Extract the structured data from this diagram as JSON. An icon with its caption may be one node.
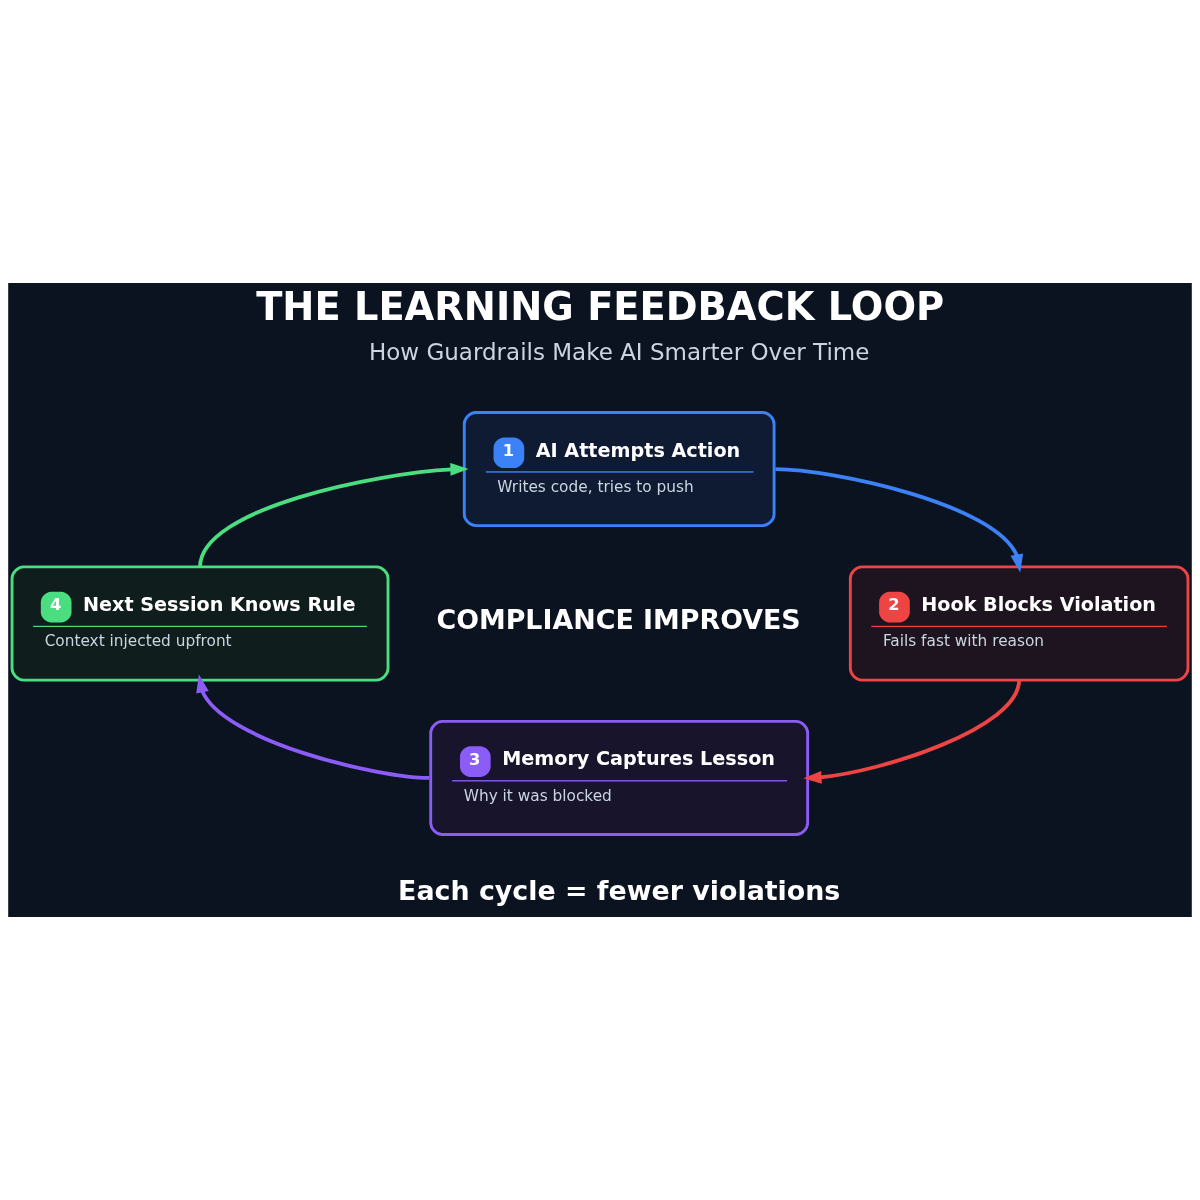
{
  "diagram": {
    "title": "THE LEARNING FEEDBACK LOOP",
    "caption": "Each cycle = fewer violations",
    "nodes": [
      {
        "text": [
          "1",
          "AI Attempts Action",
          "Writes code, tries to push"
        ]
      },
      {
        "text": [
          "2",
          "Hook Blocks Violation",
          "Fails fast with reason"
        ]
      },
      {
        "text": [
          "3",
          "Memory Captures Lesson",
          "Why it was blocked"
        ]
      },
      {
        "text": [
          "4",
          "Next Session Knows Rule",
          "Context injected upfront"
        ]
      }
    ],
    "edges": [
      {
        "from": 0,
        "to": 1,
        "arrow": "to",
        "color": "#3b82f6"
      },
      {
        "from": 1,
        "to": 2,
        "arrow": "to",
        "color": "#ef4444"
      },
      {
        "from": 2,
        "to": 3,
        "arrow": "to",
        "color": "#8b5cf6"
      },
      {
        "from": 3,
        "to": 0,
        "arrow": "to",
        "color": "#4ade80"
      }
    ],
    "labels": [
      "How Guardrails Make AI Smarter Over Time",
      "COMPLIANCE IMPROVES"
    ]
  }
}
